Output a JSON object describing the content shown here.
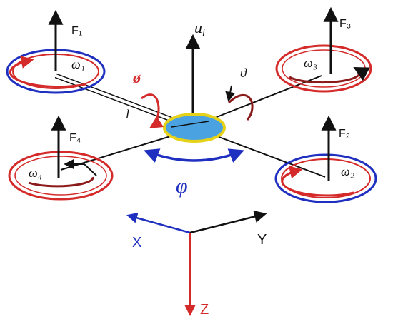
{
  "diagram": {
    "rotors": [
      {
        "id": "1",
        "force": "F₁",
        "omega": "ω₁",
        "ring": "#1f2fbf"
      },
      {
        "id": "2",
        "force": "F₂",
        "omega": "ω₂",
        "ring": "#1f2fbf"
      },
      {
        "id": "3",
        "force": "F₃",
        "omega": "ω₃",
        "ring": "#d42a2a"
      },
      {
        "id": "4",
        "force": "F₄",
        "omega": "ω₄",
        "ring": "#d42a2a"
      }
    ],
    "center": {
      "thrust": "u",
      "thrust_sub": "i",
      "roll": "ø",
      "pitch": "ϑ",
      "yaw": "φ",
      "arm": "l"
    },
    "axes": {
      "x": "X",
      "y": "Y",
      "z": "Z"
    },
    "colors": {
      "blue": "#1f2fbf",
      "red": "#d42a2a",
      "dark_red": "#8b1a1a",
      "body_fill": "#4aa3e0",
      "body_edge": "#e7d21a"
    }
  }
}
